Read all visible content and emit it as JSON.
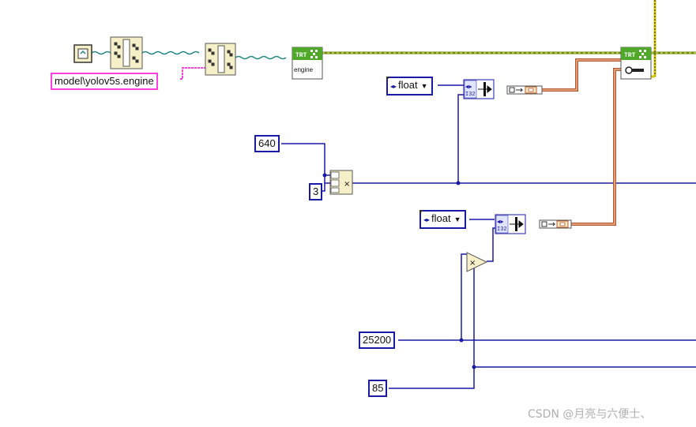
{
  "constants": {
    "model_path": "model\\yolov5s.engine",
    "width": "640",
    "channels": "3",
    "rows": "25200",
    "cols": "85"
  },
  "rings": {
    "input_type": "float",
    "output_type": "float"
  },
  "nodes": {
    "trt_tag": "TRT",
    "engine_label": "engine",
    "multiply_symbol": "×"
  },
  "watermark": "CSDN @月亮与六便士、",
  "colors": {
    "numeric_wire": "#1a1aa8",
    "path_wire": "#ff40e0",
    "refnum_wire": "#2a8a8a",
    "engine_wire": "#6a8a00",
    "array_wire": "#b85a30",
    "node_fill": "#f6f0c8"
  }
}
